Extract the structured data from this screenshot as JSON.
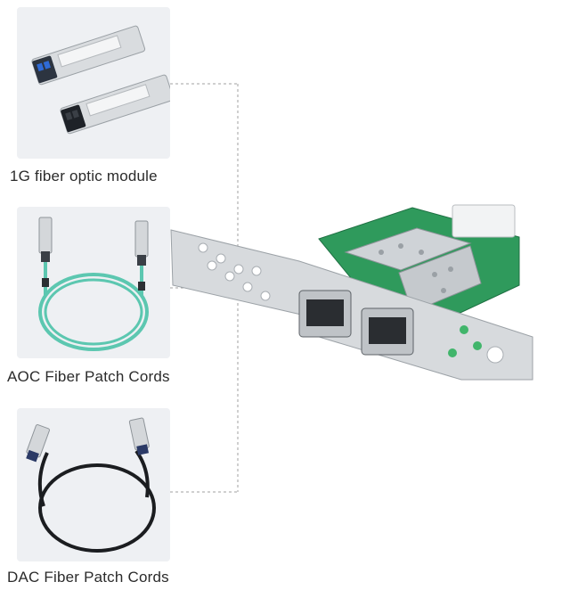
{
  "products": [
    {
      "label": "1G fiber optic module",
      "icon": "sfp-transceiver-icon"
    },
    {
      "label": "AOC Fiber Patch Cords",
      "icon": "aoc-cable-icon"
    },
    {
      "label": "DAC Fiber Patch Cords",
      "icon": "dac-cable-icon"
    }
  ],
  "main_image": {
    "icon": "dual-port-sfp-network-card-icon"
  },
  "colors": {
    "tile_background": "#eef0f3",
    "caption_text": "#2b2b2b",
    "aoc_cable": "#5cc7b0",
    "pcb_green": "#2f9a5c",
    "bracket_silver": "#d7dadd",
    "connector_line": "#9a9a9a"
  }
}
